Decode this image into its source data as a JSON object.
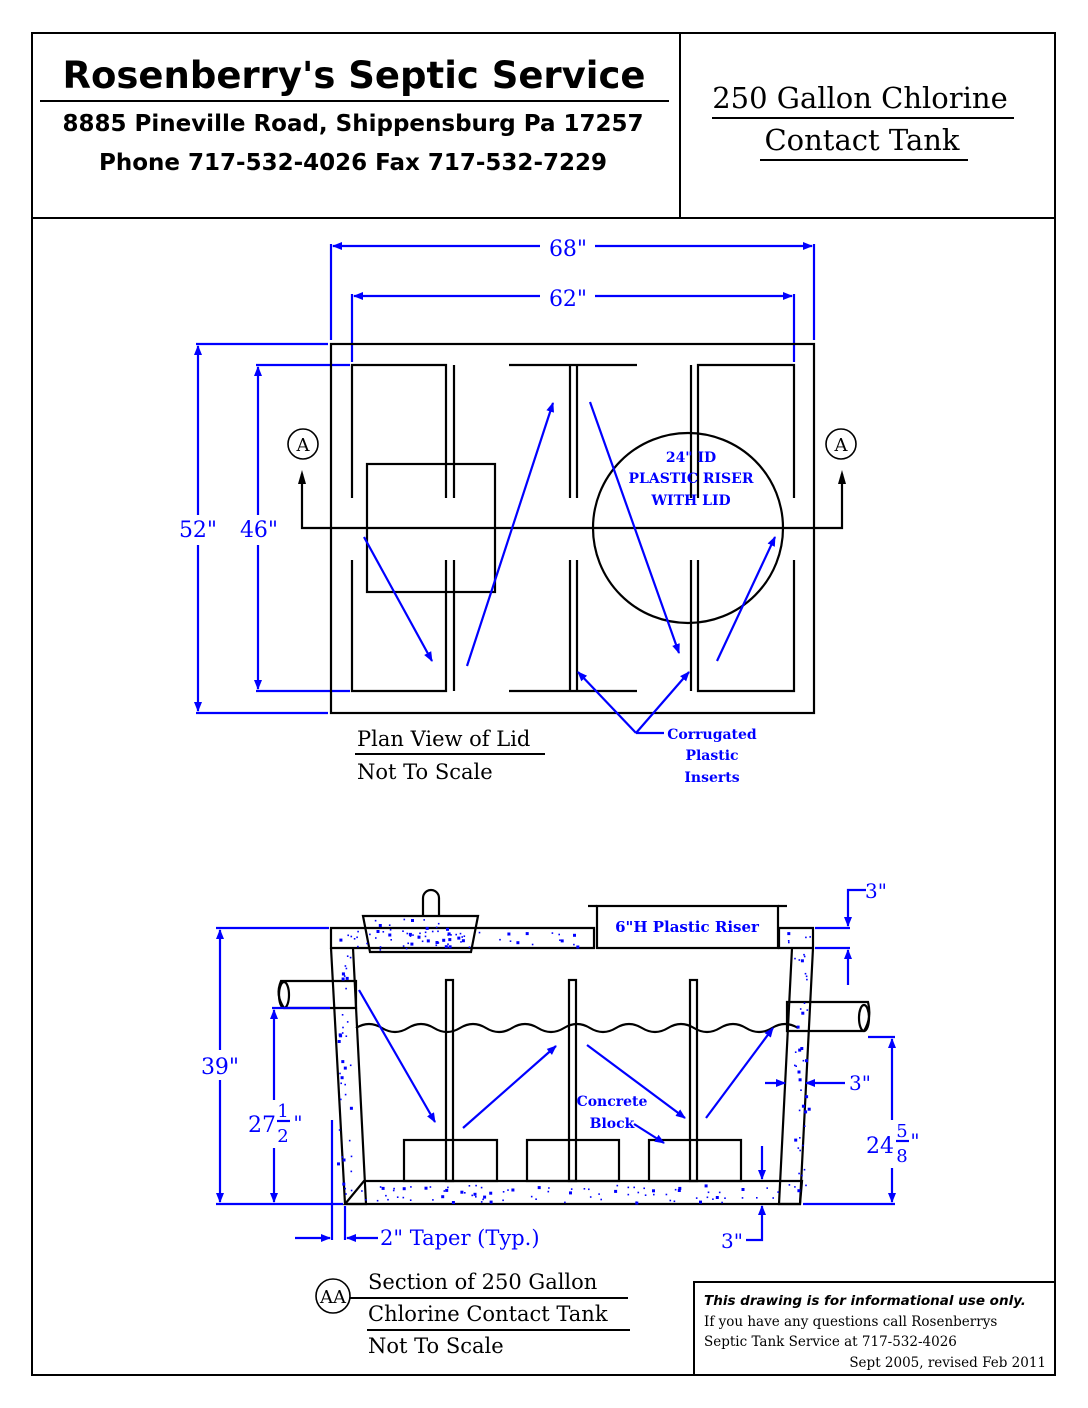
{
  "title_block": {
    "company": "Rosenberry's Septic Service",
    "address": "8885 Pineville Road, Shippensburg Pa 17257",
    "contact": "Phone 717-532-4026 Fax 717-532-7229",
    "drawing_title_line1": "250 Gallon Chlorine",
    "drawing_title_line2": "Contact Tank"
  },
  "plan_view": {
    "dim_overall_length": "68\"",
    "dim_inner_length": "62\"",
    "dim_overall_width": "52\"",
    "dim_inner_width": "46\"",
    "section_marker_left": "A",
    "section_marker_right": "A",
    "riser_note_line1": "24\" ID",
    "riser_note_line2": "PLASTIC RISER",
    "riser_note_line3": "WITH LID",
    "inserts_note_line1": "Corrugated",
    "inserts_note_line2": "Plastic",
    "inserts_note_line3": "Inserts",
    "caption_line1": "Plan View of Lid",
    "caption_line2": "Not To Scale"
  },
  "section_view": {
    "riser_label": "6\"H Plastic Riser",
    "dim_lid_thickness": "3\"",
    "dim_overall_height": "39\"",
    "dim_inlet_height": "27",
    "dim_inlet_height_num": "1",
    "dim_inlet_height_den": "2",
    "dim_inlet_height_unit": "\"",
    "dim_outlet_height": "24",
    "dim_outlet_height_num": "5",
    "dim_outlet_height_den": "8",
    "dim_outlet_height_unit": "\"",
    "dim_wall_thickness": "3\"",
    "dim_floor_thickness": "3\"",
    "taper_note": "2\" Taper (Typ.)",
    "block_note_line1": "Concrete",
    "block_note_line2": "Block",
    "section_marker": "AA",
    "caption_line1": "Section of 250 Gallon",
    "caption_line2": "Chlorine Contact Tank",
    "caption_line3": "Not To Scale"
  },
  "disclaimer": {
    "line1": "This drawing is for informational use only.",
    "line2": "If you have any questions call Rosenberrys",
    "line3": "Septic Tank Service at 717-532-4026",
    "line4": "Sept 2005, revised Feb 2011"
  },
  "colors": {
    "dimension": "#0000ff",
    "outline": "#000000"
  }
}
